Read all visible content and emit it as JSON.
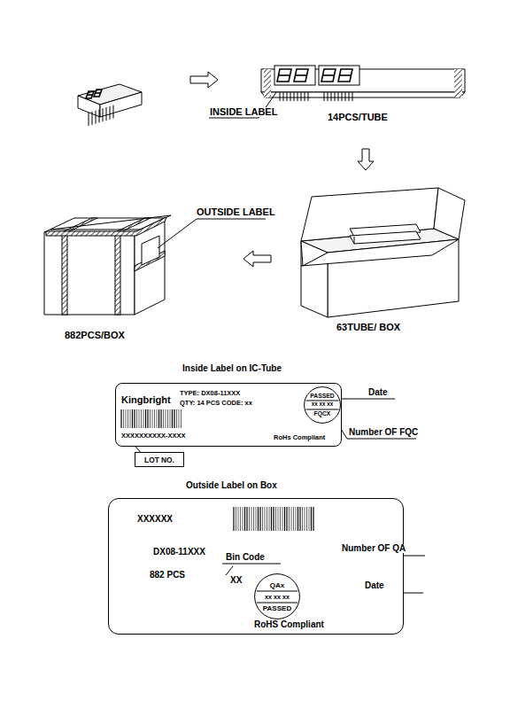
{
  "diagram": {
    "nodes": [
      {
        "text": [
          "Kingbright",
          "TYPE:  DX08-11XXX",
          "QTY:  14  PCS   CODE:  xx",
          "XXXXXXXXXX-XXXX",
          "RoHs Compliant"
        ]
      },
      {
        "text": [
          "PASSED",
          "xx  xx  xx",
          "FQCX"
        ],
        "in": 0
      },
      {
        "text": [
          "LOT  NO."
        ]
      },
      {
        "text": [
          "XXXXXX",
          "DX08-11XXX",
          "882    PCS",
          "Bin Code",
          "XX",
          "RoHS Compliant"
        ]
      },
      {
        "text": [
          "QAx",
          "xx   xx   xx",
          "PASSED"
        ],
        "in": 3
      }
    ],
    "labels": [
      "INSIDE  LABEL",
      "14PCS/TUBE",
      "OUTSIDE  LABEL",
      "63TUBE/  BOX",
      "882PCS/BOX",
      "Inside  Label  on  IC-Tube",
      "Date",
      "Number  OF  FQC",
      "Outside  Label  on  Box",
      "Number  OF  QA",
      "Date"
    ]
  }
}
